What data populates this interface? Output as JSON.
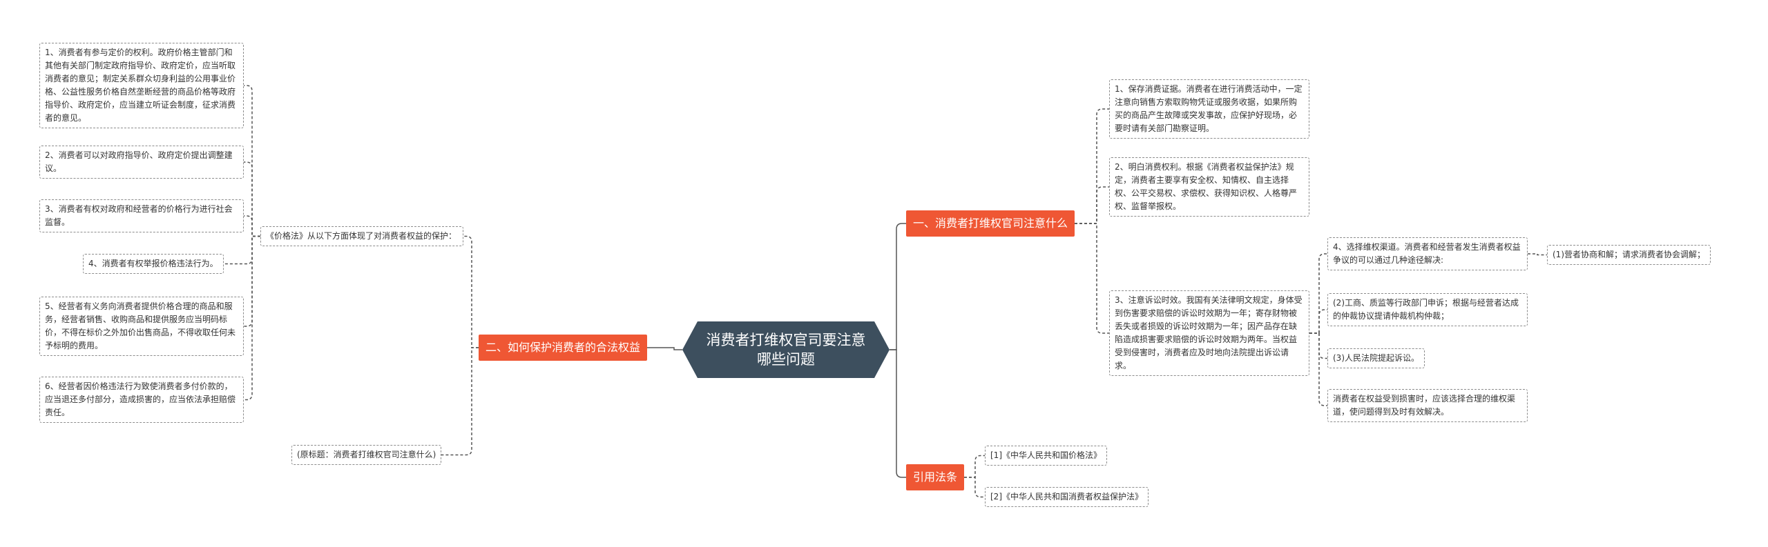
{
  "root": {
    "label": "消费者打维权官司要注意哪些问题"
  },
  "branch_right_1": {
    "label": "一、消费者打维权官司注意什么",
    "items": [
      "1、保存消费证据。消费者在进行消费活动中，一定注意向销售方索取购物凭证或服务收据，如果所购买的商品产生故障或突发事故，应保护好现场，必要时请有关部门勘察证明。",
      "2、明白消费权利。根据《消费者权益保护法》规定，消费者主要享有安全权、知情权、自主选择权、公平交易权、求偿权、获得知识权、人格尊严权、监督举报权。",
      "3、注意诉讼时效。我国有关法律明文规定，身体受到伤害要求赔偿的诉讼时效期为一年；寄存财物被丢失或者损毁的诉讼时效期为一年；因产品存在缺陷造成损害要求赔偿的诉讼时效期为两年。当权益受到侵害时，消费者应及时地向法院提出诉讼请求。",
      "4、选择维权渠道。消费者和经营者发生消费者权益争议的可以通过几种途径解决:"
    ],
    "subitems": [
      "(1)营者协商和解；请求消费者协会调解；",
      "(2)工商、质监等行政部门申诉；根据与经营者达成的仲裁协议提请仲裁机构仲裁；",
      "(3)人民法院提起诉讼。",
      "消费者在权益受到损害时，应该选择合理的维权渠道，使问题得到及时有效解决。"
    ]
  },
  "branch_right_2": {
    "label": "引用法条",
    "items": [
      "[1]《中华人民共和国价格法》",
      "[2]《中华人民共和国消费者权益保护法》"
    ]
  },
  "branch_left": {
    "label": "二、如何保护消费者的合法权益",
    "intro": "《价格法》从以下方面体现了对消费者权益的保护：",
    "source": "(原标题：消费者打维权官司注意什么)",
    "items": [
      "1、消费者有参与定价的权利。政府价格主管部门和其他有关部门制定政府指导价、政府定价，应当听取消费者的意见；制定关系群众切身利益的公用事业价格、公益性服务价格自然垄断经营的商品价格等政府指导价、政府定价，应当建立听证会制度，征求消费者的意见。",
      "2、消费者可以对政府指导价、政府定价提出调整建议。",
      "3、消费者有权对政府和经营者的价格行为进行社会监督。",
      "4、消费者有权举报价格违法行为。",
      "5、经营者有义务向消费者提供价格合理的商品和服务，经营者销售、收购商品和提供服务应当明码标价，不得在标价之外加价出售商品，不得收取任何未予标明的费用。",
      "6、经营者因价格违法行为致使消费者多付价款的，应当退还多付部分，造成损害的，应当依法承担赔偿责任。"
    ]
  },
  "colors": {
    "root_bg": "#3d4f5e",
    "branch_bg": "#ef5734",
    "line": "#555555",
    "leaf_border": "#8c8c8c"
  }
}
